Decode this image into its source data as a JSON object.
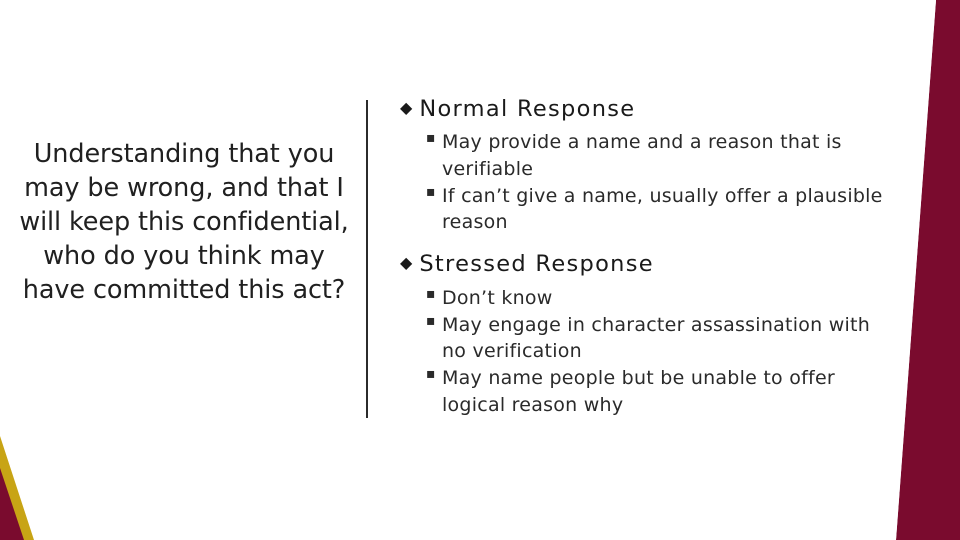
{
  "slide": {
    "left_prompt": "Understanding that you may be wrong, and that I will keep this confidential, who do you think may have committed this act?",
    "sections": [
      {
        "heading": "Normal Response",
        "bullet_glyph": "◆",
        "items": [
          "May provide a name and a reason that is verifiable",
          "If can’t give a name, usually offer a plausible reason"
        ]
      },
      {
        "heading": "Stressed Response",
        "bullet_glyph": "◆",
        "items": [
          "Don’t know",
          "May engage in character assassination with no verification",
          "May name people but be unable to offer logical reason why"
        ]
      }
    ],
    "sub_bullet_glyph": "▪",
    "colors": {
      "maroon": "#7a0b2e",
      "gold": "#c8a415",
      "text": "#1a1a1a",
      "divider": "#2b2b2b"
    }
  }
}
